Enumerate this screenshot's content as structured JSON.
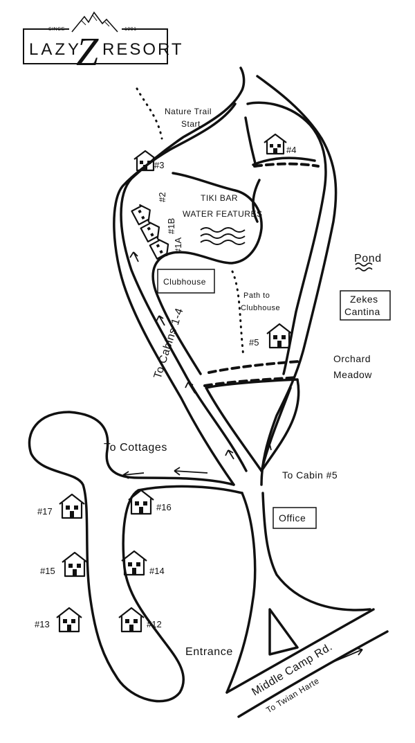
{
  "logo": {
    "since": "SINCE",
    "year": "1991",
    "left_word": "LAZY",
    "z_letter": "Z",
    "right_word": "RESORT"
  },
  "labels": {
    "nature_trail_line1": "Nature Trail",
    "nature_trail_line2": "Start",
    "tiki_bar_line1": "TIKI BAR",
    "tiki_bar_line2": "WATER FEATURES",
    "pond": "Pond",
    "clubhouse": "Clubhouse",
    "path_to_line1": "Path to",
    "path_to_line2": "Clubhouse",
    "zekes_line1": "Zekes",
    "zekes_line2": "Cantina",
    "orchard_line1": "Orchard",
    "orchard_line2": "Meadow",
    "to_cabins": "To Cabins 1-4",
    "to_cottages": "To Cottages",
    "to_cabin5": "To Cabin #5",
    "office": "Office",
    "entrance": "Entrance",
    "middle_camp": "Middle Camp Rd.",
    "to_twain": "To Twian Harte"
  },
  "cabins": {
    "c1a": "#1A",
    "c1b": "#1B",
    "c2": "#2",
    "c3": "#3",
    "c4": "#4",
    "c5": "#5",
    "c12": "#12",
    "c13": "#13",
    "c14": "#14",
    "c15": "#15",
    "c16": "#16",
    "c17": "#17"
  },
  "icons": [
    "mountain-logo-icon",
    "house-icon",
    "water-waves-icon",
    "arrow-icon"
  ]
}
